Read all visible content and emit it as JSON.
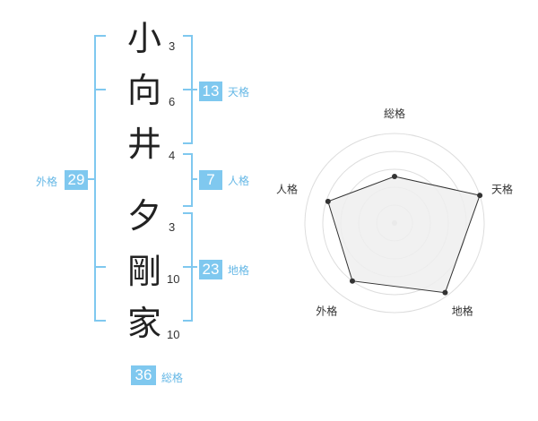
{
  "name_chars": [
    {
      "char": "小",
      "strokes": "3"
    },
    {
      "char": "向",
      "strokes": "6"
    },
    {
      "char": "井",
      "strokes": "4"
    },
    {
      "char": "夕",
      "strokes": "3"
    },
    {
      "char": "剛",
      "strokes": "10"
    },
    {
      "char": "家",
      "strokes": "10"
    }
  ],
  "fortune": {
    "tenkaku": {
      "value": "13",
      "label": "天格"
    },
    "jinkaku": {
      "value": "7",
      "label": "人格"
    },
    "chikaku": {
      "value": "23",
      "label": "地格"
    },
    "gaikaku": {
      "value": "29",
      "label": "外格"
    },
    "soukaku": {
      "value": "36",
      "label": "総格"
    }
  },
  "chart_data": {
    "type": "radar",
    "axes": [
      "総格",
      "天格",
      "地格",
      "外格",
      "人格"
    ],
    "values": [
      0.52,
      1.0,
      0.96,
      0.8,
      0.78
    ],
    "rings": 5,
    "max": 1
  },
  "colors": {
    "accent": "#7fc8ef",
    "bracket": "#7fc8ef",
    "accent_text": "#66b8e6",
    "radar_fill": "#efefef",
    "radar_stroke": "#333333",
    "ring": "#dddddd"
  }
}
